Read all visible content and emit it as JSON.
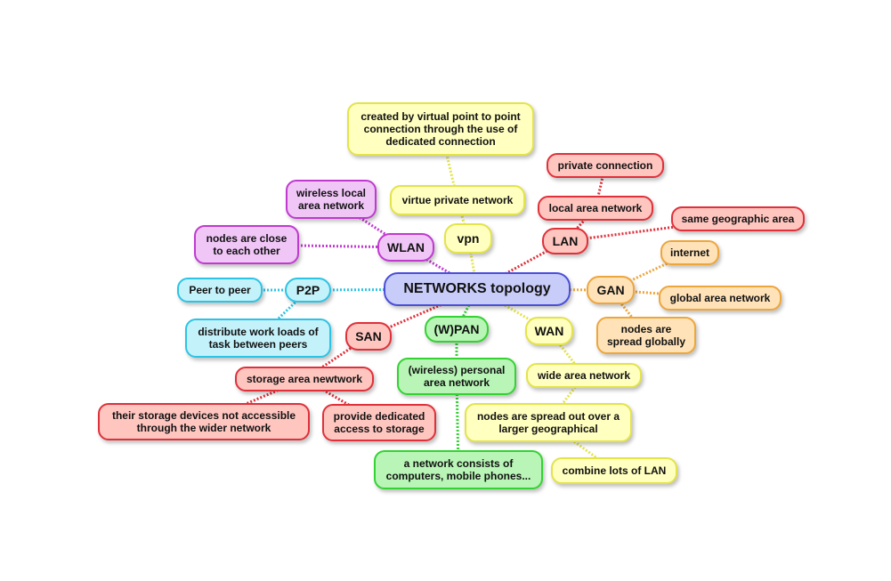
{
  "colors": {
    "yellow": "#e3e34a",
    "red": "#e0303a",
    "purple": "#c03ad0",
    "cyan": "#2cc4e4",
    "orange": "#eda63c",
    "green": "#34d233",
    "blue": "#4a4fd8"
  },
  "root": {
    "label": "NETWORKS topology"
  },
  "vpn": {
    "label": "vpn",
    "definition": "virtue private network",
    "description": "created by virtual point to point\nconnection through the use of\ndedicated connection"
  },
  "wlan": {
    "label": "WLAN",
    "definition": "wireless local\narea network",
    "detail": "nodes are close\nto each other"
  },
  "p2p": {
    "label": "P2P",
    "definition": "Peer to peer",
    "detail": "distribute work loads of\ntask between peers"
  },
  "san": {
    "label": "SAN",
    "definition": "storage area newtwork",
    "detail_1": "their storage devices not accessible\nthrough the wider network",
    "detail_2": "provide dedicated\naccess to storage"
  },
  "wpan": {
    "label": "(W)PAN",
    "definition": "(wireless) personal\narea network",
    "detail": "a network consists of\ncomputers, mobile phones..."
  },
  "wan": {
    "label": "WAN",
    "definition": "wide area network",
    "detail_1": "nodes are spread out over a\nlarger geographical",
    "detail_2": "combine lots of LAN"
  },
  "lan": {
    "label": "LAN",
    "definition": "local area network",
    "detail_1": "private connection",
    "detail_2": "same geographic area"
  },
  "gan": {
    "label": "GAN",
    "detail_1": "internet",
    "definition": "global area network",
    "detail_2": "nodes are\nspread globally"
  }
}
